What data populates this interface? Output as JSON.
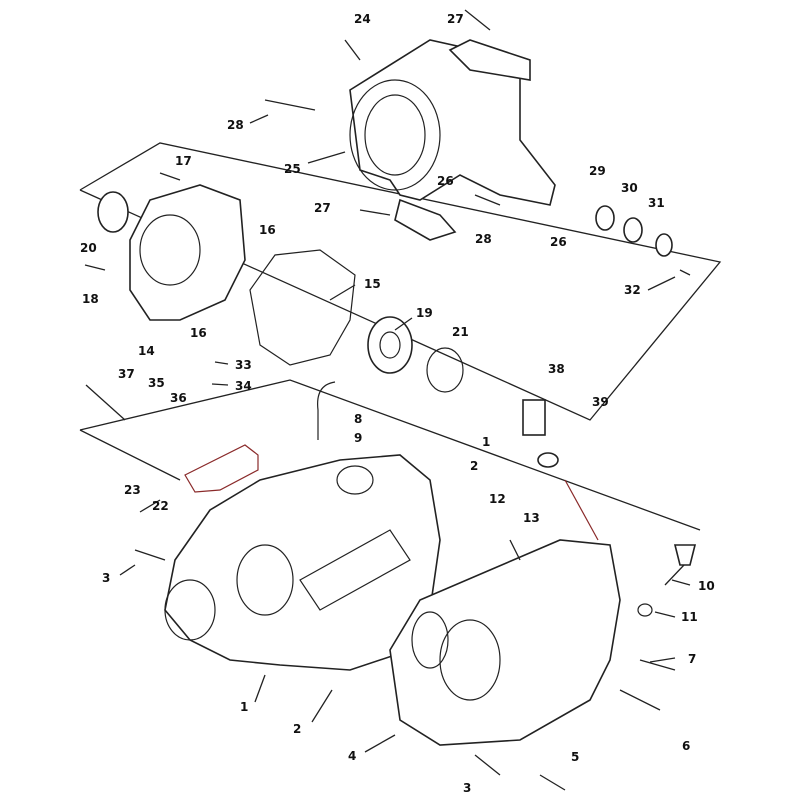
{
  "diagram": {
    "title": "Crankcase exploded parts view",
    "callouts": [
      "24",
      "27",
      "28",
      "25",
      "26",
      "29",
      "30",
      "31",
      "27",
      "28",
      "26",
      "32",
      "17",
      "20",
      "16",
      "18",
      "15",
      "19",
      "21",
      "16",
      "14",
      "33",
      "34",
      "37",
      "35",
      "36",
      "38",
      "39",
      "8",
      "9",
      "1",
      "2",
      "23",
      "22",
      "12",
      "13",
      "3",
      "10",
      "11",
      "7",
      "1",
      "2",
      "6",
      "4",
      "5",
      "3"
    ]
  }
}
